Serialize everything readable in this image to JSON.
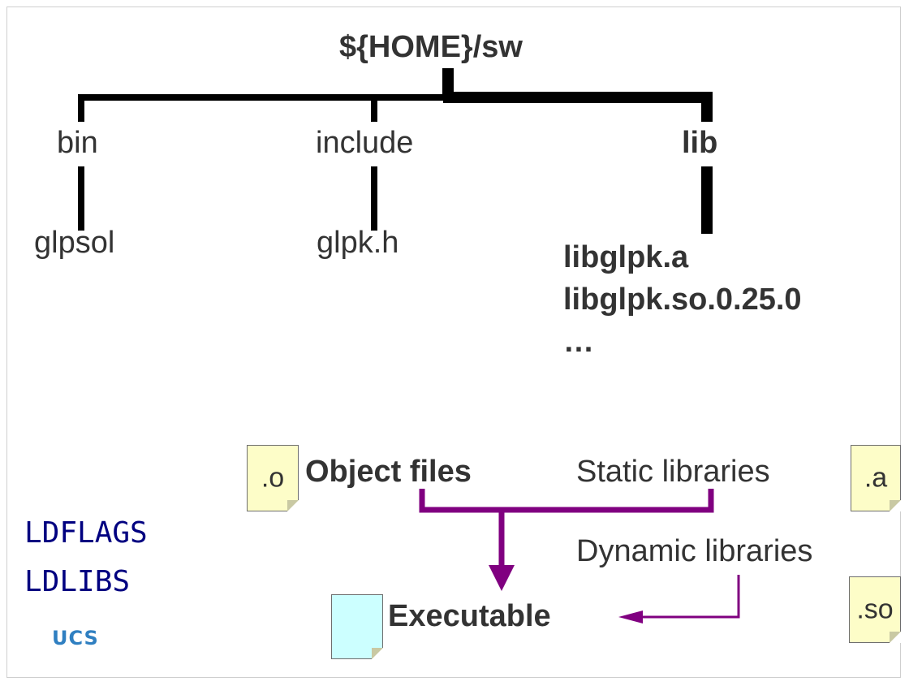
{
  "tree": {
    "root": "${HOME}/sw",
    "dirs": [
      "bin",
      "include",
      "lib"
    ],
    "files": {
      "bin": "glpsol",
      "include": "glpk.h",
      "lib": [
        "libglpk.a",
        "libglpk.so.0.25.0",
        "…"
      ]
    }
  },
  "flow": {
    "object_files": "Object files",
    "static_libraries": "Static libraries",
    "dynamic_libraries": "Dynamic libraries",
    "executable": "Executable"
  },
  "icons": {
    "object_ext": ".o",
    "static_ext": ".a",
    "shared_ext": ".so"
  },
  "variables": [
    "LDFLAGS",
    "LDLIBS"
  ],
  "logo": "UCS",
  "colors": {
    "text": "#333333",
    "tree_lines": "#000000",
    "flow_arrows": "#800080",
    "variables": "#000080",
    "file_icon": "#fdfdc8",
    "executable_icon": "#ccffff"
  }
}
